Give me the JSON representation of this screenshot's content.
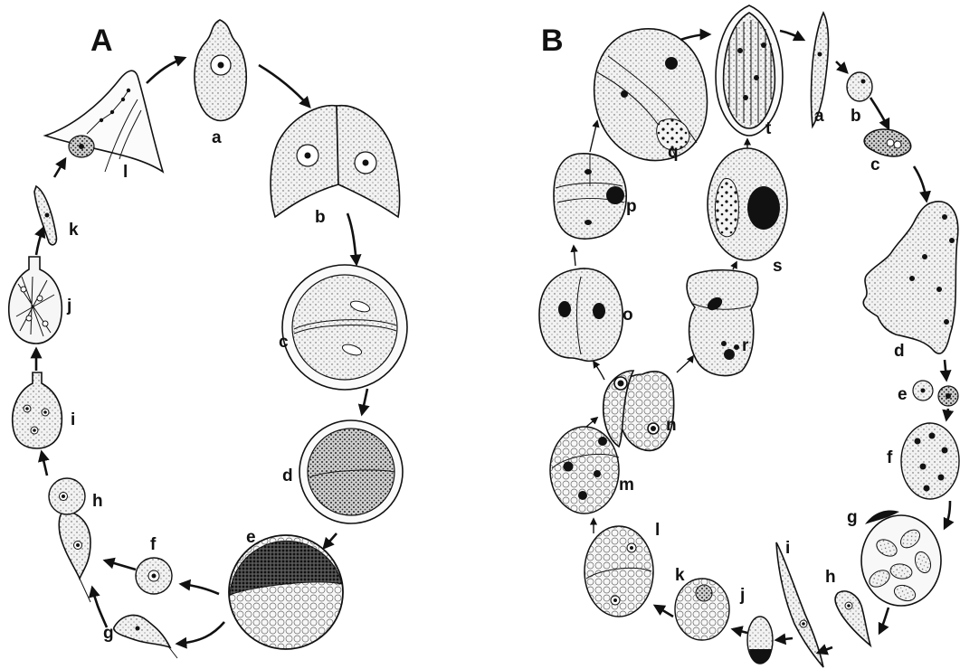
{
  "panels": [
    {
      "letter": "A",
      "stage_labels": [
        "a",
        "b",
        "c",
        "d",
        "e",
        "f",
        "g",
        "h",
        "i",
        "j",
        "k",
        "l"
      ]
    },
    {
      "letter": "B",
      "stage_labels": [
        "a",
        "b",
        "c",
        "d",
        "e",
        "f",
        "g",
        "h",
        "i",
        "j",
        "k",
        "l",
        "m",
        "n",
        "o",
        "p",
        "q",
        "r",
        "s",
        "t"
      ]
    }
  ],
  "colors": {
    "ink": "#111111",
    "cell_fill": "#ededed",
    "background": "#ffffff"
  }
}
